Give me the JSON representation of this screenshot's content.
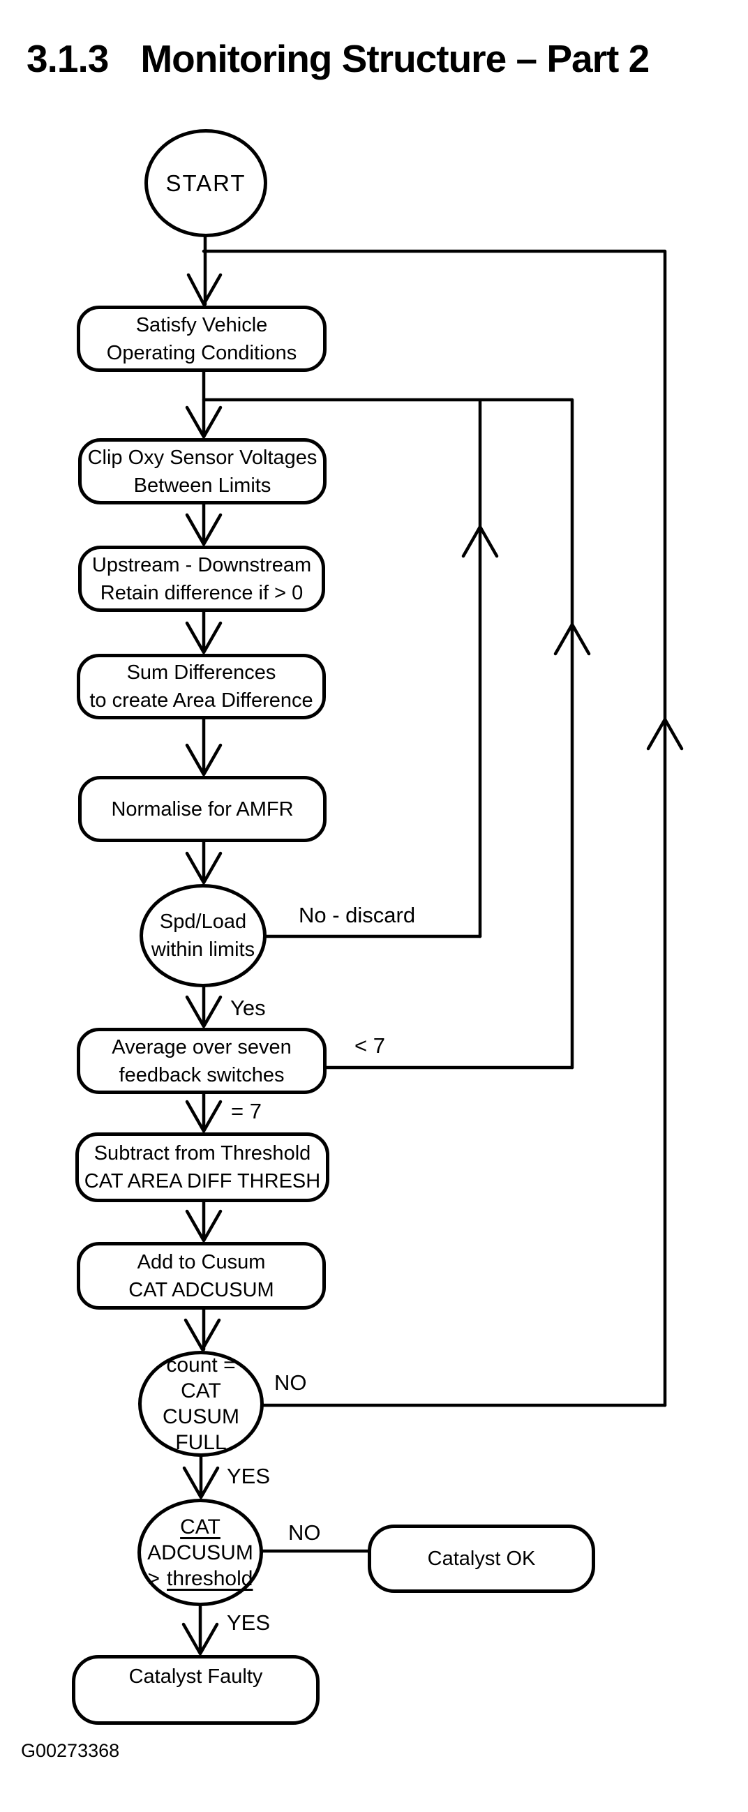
{
  "title": {
    "section": "3.1.3",
    "heading": "Monitoring Structure – Part 2"
  },
  "figure_code": "G00273368",
  "colors": {
    "ink": "#000000",
    "paper": "#ffffff"
  },
  "nodes": {
    "start": {
      "label": "START"
    },
    "satisfy_conditions": {
      "line1": "Satisfy Vehicle",
      "line2": "Operating Conditions"
    },
    "clip_voltages": {
      "line1": "Clip Oxy Sensor Voltages",
      "line2": "Between Limits"
    },
    "upstream_downstream": {
      "line1": "Upstream - Downstream",
      "line2": "Retain difference if > 0"
    },
    "sum_differences": {
      "line1": "Sum Differences",
      "line2": "to create Area Difference"
    },
    "normalise_amfr": {
      "label": "Normalise for AMFR"
    },
    "spd_load_check": {
      "line1": "Spd/Load",
      "line2": "within limits"
    },
    "average_switches": {
      "line1": "Average over seven",
      "line2": "feedback switches"
    },
    "subtract_threshold": {
      "line1": "Subtract from Threshold",
      "line2": "CAT AREA DIFF THRESH"
    },
    "add_to_cusum": {
      "line1": "Add to Cusum",
      "line2": "CAT ADCUSUM"
    },
    "cusum_full_check": {
      "line1": "count =",
      "line2": "CAT CUSUM",
      "line3": "FULL"
    },
    "adcusum_threshold_check": {
      "line1": "CAT",
      "line2": "ADCUSUM",
      "line3_prefix": ">",
      "line3_term": "threshold"
    },
    "catalyst_ok": {
      "label": "Catalyst OK"
    },
    "catalyst_faulty": {
      "label": "Catalyst Faulty"
    }
  },
  "edge_labels": {
    "spd_load_no": "No - discard",
    "spd_load_yes": "Yes",
    "average_lt7": "< 7",
    "average_eq7": "= 7",
    "cusum_full_no": "NO",
    "cusum_full_yes": "YES",
    "adcusum_no": "NO",
    "adcusum_yes": "YES"
  }
}
